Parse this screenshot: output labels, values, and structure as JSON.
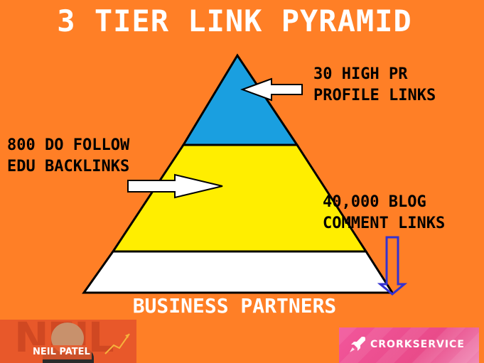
{
  "title": "3 TIER LINK PYRAMID",
  "tiers": {
    "top": {
      "line1": "30 HIGH PR",
      "line2": "PROFILE LINKS",
      "color": "#1a9fe0"
    },
    "middle": {
      "line1": "800 DO FOLLOW",
      "line2": "EDU BACKLINKS",
      "color": "#ffee00"
    },
    "bottom": {
      "line1": "40,000 BLOG",
      "line2": "COMMENT LINKS",
      "color": "#ffffff"
    }
  },
  "footer": "BUSINESS PARTNERS",
  "logos": {
    "neil": {
      "name": "NEIL PATEL",
      "ghost_text": "NEIL"
    },
    "crork": {
      "name": "CRORKSERVICE"
    }
  },
  "colors": {
    "background": "#ff7f26",
    "arrow_blue": "#3232d2"
  }
}
